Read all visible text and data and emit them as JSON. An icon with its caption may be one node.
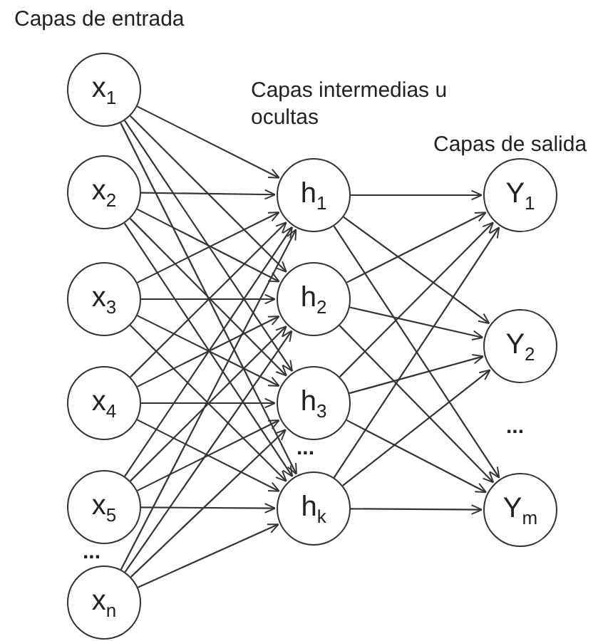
{
  "diagram": {
    "nodes": [
      {
        "text": [
          "x$_{1}$"
        ]
      },
      {
        "text": [
          "x$_{2}$"
        ]
      },
      {
        "text": [
          "x$_{3}$"
        ]
      },
      {
        "text": [
          "x$_{4}$"
        ]
      },
      {
        "text": [
          "x$_{5}$"
        ]
      },
      {
        "text": [
          "x$_{n}$"
        ]
      },
      {
        "text": [
          "h$_{1}$"
        ]
      },
      {
        "text": [
          "h$_{2}$"
        ]
      },
      {
        "text": [
          "h$_{3}$"
        ]
      },
      {
        "text": [
          "h$_{k}$"
        ]
      },
      {
        "text": [
          "Y$_{1}$"
        ]
      },
      {
        "text": [
          "Y$_{2}$"
        ]
      },
      {
        "text": [
          "Y$_{m}$"
        ]
      }
    ],
    "edges": [
      {
        "from": 0,
        "to": 6,
        "arrow": "to"
      },
      {
        "from": 0,
        "to": 7,
        "arrow": "to"
      },
      {
        "from": 0,
        "to": 8,
        "arrow": "to"
      },
      {
        "from": 0,
        "to": 9,
        "arrow": "to"
      },
      {
        "from": 1,
        "to": 6,
        "arrow": "to"
      },
      {
        "from": 1,
        "to": 7,
        "arrow": "to"
      },
      {
        "from": 1,
        "to": 8,
        "arrow": "to"
      },
      {
        "from": 1,
        "to": 9,
        "arrow": "to"
      },
      {
        "from": 2,
        "to": 6,
        "arrow": "to"
      },
      {
        "from": 2,
        "to": 7,
        "arrow": "to"
      },
      {
        "from": 2,
        "to": 8,
        "arrow": "to"
      },
      {
        "from": 2,
        "to": 9,
        "arrow": "to"
      },
      {
        "from": 3,
        "to": 6,
        "arrow": "to"
      },
      {
        "from": 3,
        "to": 7,
        "arrow": "to"
      },
      {
        "from": 3,
        "to": 8,
        "arrow": "to"
      },
      {
        "from": 3,
        "to": 9,
        "arrow": "to"
      },
      {
        "from": 4,
        "to": 6,
        "arrow": "to"
      },
      {
        "from": 4,
        "to": 7,
        "arrow": "to"
      },
      {
        "from": 4,
        "to": 8,
        "arrow": "to"
      },
      {
        "from": 4,
        "to": 9,
        "arrow": "to"
      },
      {
        "from": 5,
        "to": 6,
        "arrow": "to"
      },
      {
        "from": 5,
        "to": 7,
        "arrow": "to"
      },
      {
        "from": 5,
        "to": 8,
        "arrow": "to"
      },
      {
        "from": 5,
        "to": 9,
        "arrow": "to"
      },
      {
        "from": 6,
        "to": 10,
        "arrow": "to"
      },
      {
        "from": 6,
        "to": 11,
        "arrow": "to"
      },
      {
        "from": 6,
        "to": 12,
        "arrow": "to"
      },
      {
        "from": 7,
        "to": 10,
        "arrow": "to"
      },
      {
        "from": 7,
        "to": 11,
        "arrow": "to"
      },
      {
        "from": 7,
        "to": 12,
        "arrow": "to"
      },
      {
        "from": 8,
        "to": 10,
        "arrow": "to"
      },
      {
        "from": 8,
        "to": 11,
        "arrow": "to"
      },
      {
        "from": 8,
        "to": 12,
        "arrow": "to"
      },
      {
        "from": 9,
        "to": 10,
        "arrow": "to"
      },
      {
        "from": 9,
        "to": 11,
        "arrow": "to"
      },
      {
        "from": 9,
        "to": 12,
        "arrow": "to"
      }
    ],
    "labels": [
      "Capas de entrada",
      "Capas intermedias u ocultas",
      "Capas de salida",
      "...",
      "...",
      "..."
    ]
  }
}
